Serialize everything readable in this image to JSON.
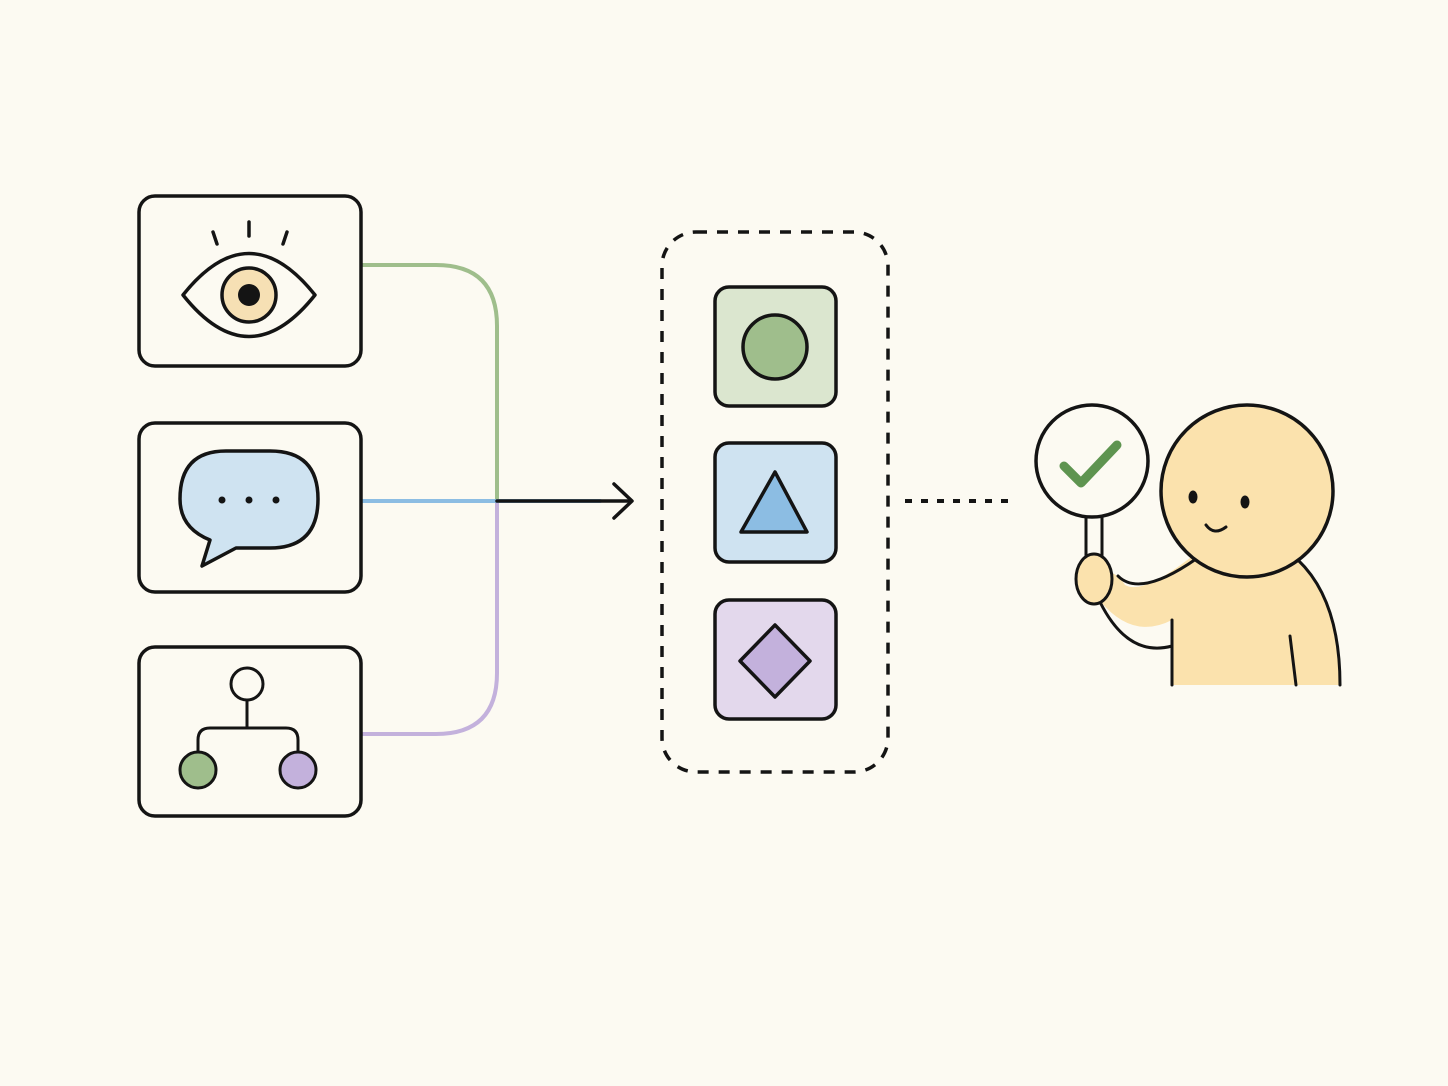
{
  "palette": {
    "background": "#fcfaf2",
    "ink": "#141414",
    "green": "#9fbe8c",
    "green_light": "#dbe6cf",
    "green_check": "#5e9450",
    "blue": "#8cbde3",
    "blue_light": "#cfe3f1",
    "purple": "#c3b1dc",
    "purple_light": "#e3d8ec",
    "eye_iris": "#f6e0b4",
    "person": "#fbe2ad"
  },
  "inputs": [
    {
      "icon": "eye-icon",
      "connector_color": "green"
    },
    {
      "icon": "speech-bubble-icon",
      "connector_color": "blue"
    },
    {
      "icon": "hierarchy-icon",
      "connector_color": "purple"
    }
  ],
  "group": {
    "items": [
      {
        "icon": "circle-icon",
        "fill": "green"
      },
      {
        "icon": "triangle-icon",
        "fill": "blue"
      },
      {
        "icon": "diamond-icon",
        "fill": "purple"
      }
    ]
  },
  "person": {
    "icon": "person-icon",
    "sign_icon": "checkmark-icon"
  }
}
